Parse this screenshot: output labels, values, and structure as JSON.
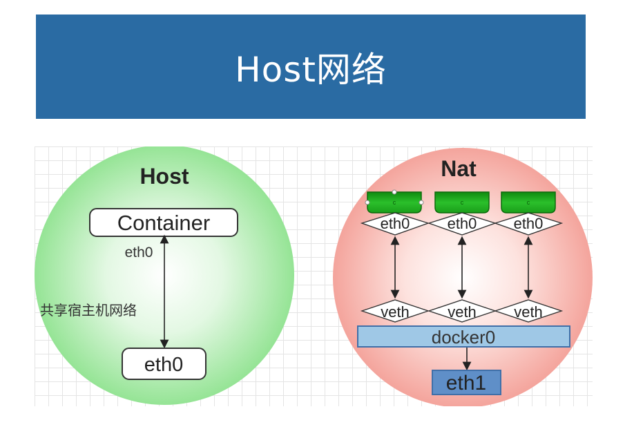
{
  "banner": {
    "title": "Host网络"
  },
  "host": {
    "title": "Host",
    "container_label": "Container",
    "top_if_label": "eth0",
    "link_label": "共享宿主机网络",
    "bottom_if_label": "eth0"
  },
  "nat": {
    "title": "Nat",
    "container_marks": [
      "c",
      "c",
      "c"
    ],
    "container_ifs": [
      "eth0",
      "eth0",
      "eth0"
    ],
    "veths": [
      "veth",
      "veth",
      "veth"
    ],
    "bridge_label": "docker0",
    "host_if_label": "eth1"
  },
  "colors": {
    "banner": "#2a6ba3",
    "host_circle": "#9be79b",
    "nat_circle": "#f5a8a0",
    "container_green": "#1fa41f",
    "bridge_blue": "#9fc8e6",
    "border_blue": "#4f7fb8"
  }
}
